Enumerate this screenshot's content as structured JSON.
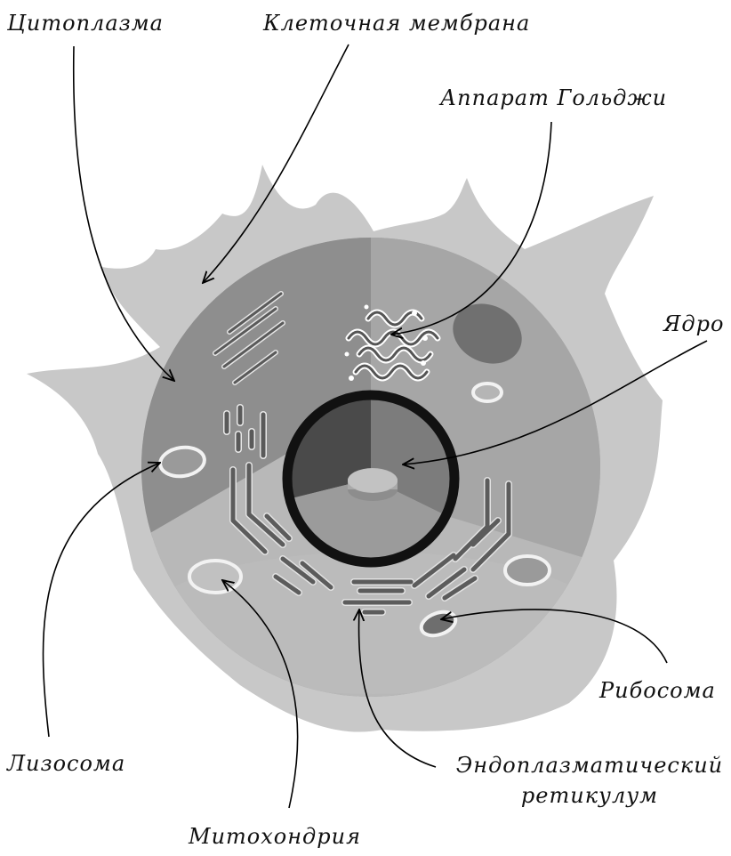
{
  "labels": {
    "cytoplasm": "Цитоплазма",
    "cell_membrane": "Клеточная мембрана",
    "golgi": "Аппарат Гольджи",
    "nucleus": "Ядро",
    "lysosome": "Лизосома",
    "ribosome": "Рибосома",
    "er_line1": "Эндоплазматический",
    "er_line2": "ретикулум",
    "mitochondria": "Митохондрия"
  },
  "colors": {
    "membrane": "#c7c7c7",
    "cytoplasm_upper_left": "#8e8e8e",
    "cytoplasm_right": "#a3a3a3",
    "cytoplasm_bottom": "#b5b5b5",
    "nucleus_envelope": "#111111",
    "organelle": "#5a5a5a",
    "arrow": "#000000"
  }
}
